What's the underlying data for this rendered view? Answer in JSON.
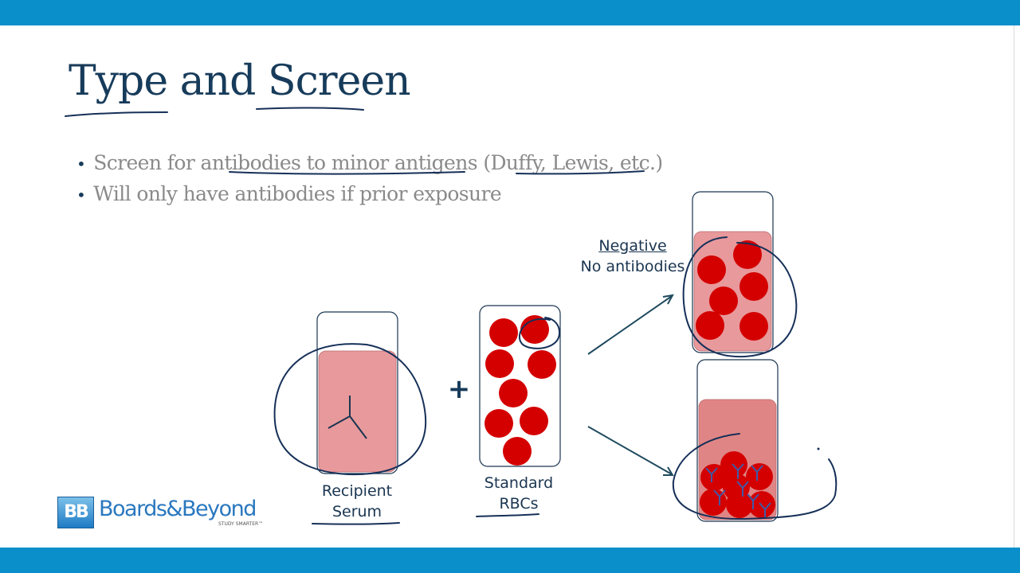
{
  "slide": {
    "title": "Type and Screen",
    "bullets": [
      "Screen for antibodies to minor antigens (Duffy, Lewis, etc.)",
      "Will only have antibodies if prior exposure"
    ]
  },
  "diagram": {
    "plus": "+",
    "recipient_label": [
      "Recipient",
      "Serum"
    ],
    "standard_label": [
      "Standard",
      "RBCs"
    ],
    "negative_title": "Negative",
    "negative_subtitle": "No antibodies"
  },
  "brand": {
    "badge": "BB",
    "name": "Boards&Beyond",
    "tagline": "STUDY SMARTER™"
  },
  "colors": {
    "band": "#0a8fcb",
    "title": "#173b5a",
    "bullet_text": "#8a8a8a",
    "serum": "#e8999c",
    "serum_positive": "#e08585",
    "rbc": "#d40000",
    "ink": "#163058",
    "antibody": "#3f5aa8"
  }
}
